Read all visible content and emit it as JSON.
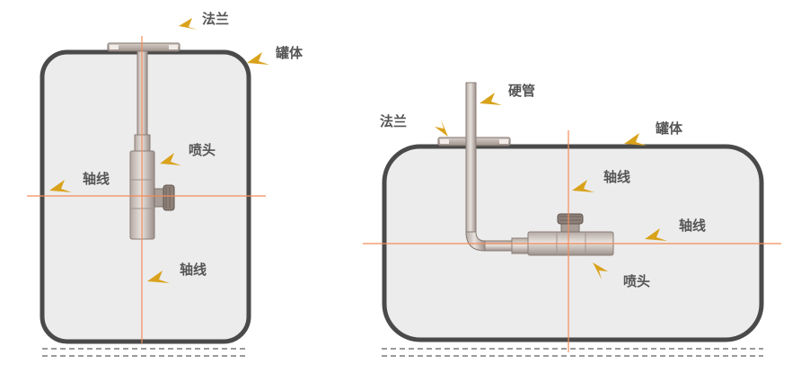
{
  "diagrams": [
    {
      "id": "vertical-tank",
      "labels": {
        "flange": "法兰",
        "tank": "罐体",
        "nozzle": "喷头",
        "axis_h": "轴线",
        "axis_v": "轴线"
      }
    },
    {
      "id": "horizontal-tank",
      "labels": {
        "hard_pipe": "硬管",
        "flange": "法兰",
        "tank": "罐体",
        "axis_v": "轴线",
        "axis_h": "轴线",
        "nozzle": "喷头"
      }
    }
  ],
  "colors": {
    "tank_fill": "#ececec",
    "tank_stroke": "#4a4a4a",
    "axis": "#f28c5a",
    "arrow": "#d9a21b",
    "label": "#555555",
    "metal": "#c7bfb9",
    "metal_dark": "#8a7d76",
    "ground": "#9a9a9a"
  }
}
